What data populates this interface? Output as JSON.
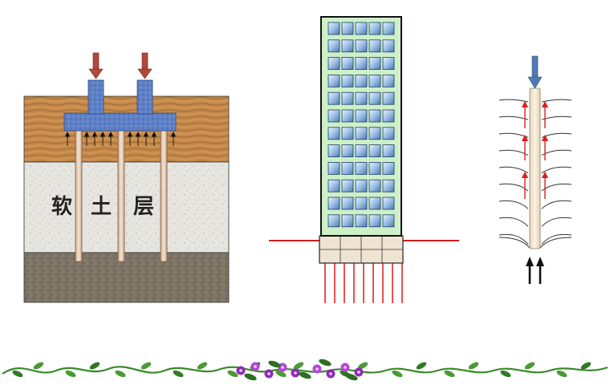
{
  "left_panel": {
    "soft_soil_label": [
      "软",
      "土",
      "层"
    ]
  },
  "colors": {
    "load_arrow_red": "#b5483c",
    "load_arrow_blue": "#4f79b4",
    "pile_cap_blue": "#5b7fc4",
    "upper_soil_wood": "#c08a4a",
    "soft_soil_gray": "#e8e6e1",
    "bearing_soil_dark": "#7b7263",
    "building_green": "#cdf0c8",
    "window_blue": "#9cc2e8",
    "ground_line_red": "#cc1f1f",
    "friction_arrow_red": "#d82020",
    "vine_green": "#3a8a2a",
    "flower_purple": "#a436c8"
  }
}
